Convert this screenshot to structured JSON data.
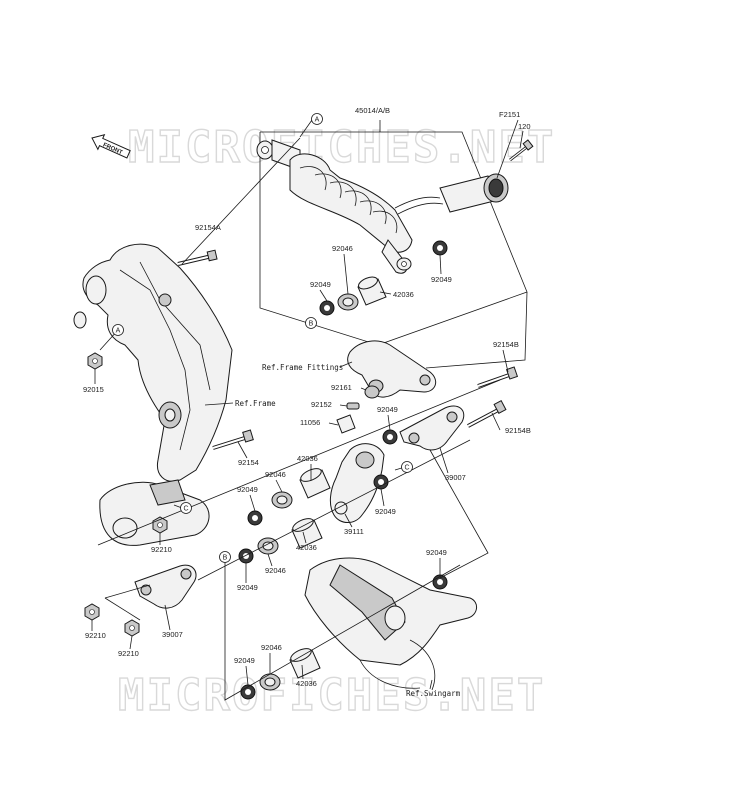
{
  "watermark": "MICROFICHES.NET",
  "front_label": "FRONT",
  "callout_letters": {
    "a": "A",
    "b": "B",
    "c": "C"
  },
  "parts": {
    "p45014": "45014/A/B",
    "pF2151": "F2151",
    "p120": "120",
    "p92154A": "92154A",
    "p92046_a": "92046",
    "p92049_a": "92049",
    "p42036_a": "42036",
    "p92049_b": "92049",
    "p92015": "92015",
    "pRefFrame": "Ref.Frame",
    "pRefFrameFittings": "Ref.Frame Fittings",
    "p92154B_a": "92154B",
    "p92161": "92161",
    "p92152": "92152",
    "p11056": "11056",
    "p92049_c": "92049",
    "p92154B_b": "92154B",
    "p92154": "92154",
    "p42036_b": "42036",
    "p92049_d": "92049",
    "p92046_b": "92046",
    "p39007_a": "39007",
    "p92049_e": "92049",
    "p39111": "39111",
    "p92210_a": "92210",
    "p42036_c": "42036",
    "p92046_c": "92046",
    "p92049_f": "92049",
    "p92049_g": "92049",
    "p92210_b": "92210",
    "p39007_b": "39007",
    "p92210_c": "92210",
    "p92046_d": "92046",
    "p92049_h": "92049",
    "p42036_d": "42036",
    "pRefSwingarm": "Ref.Swingarm"
  }
}
